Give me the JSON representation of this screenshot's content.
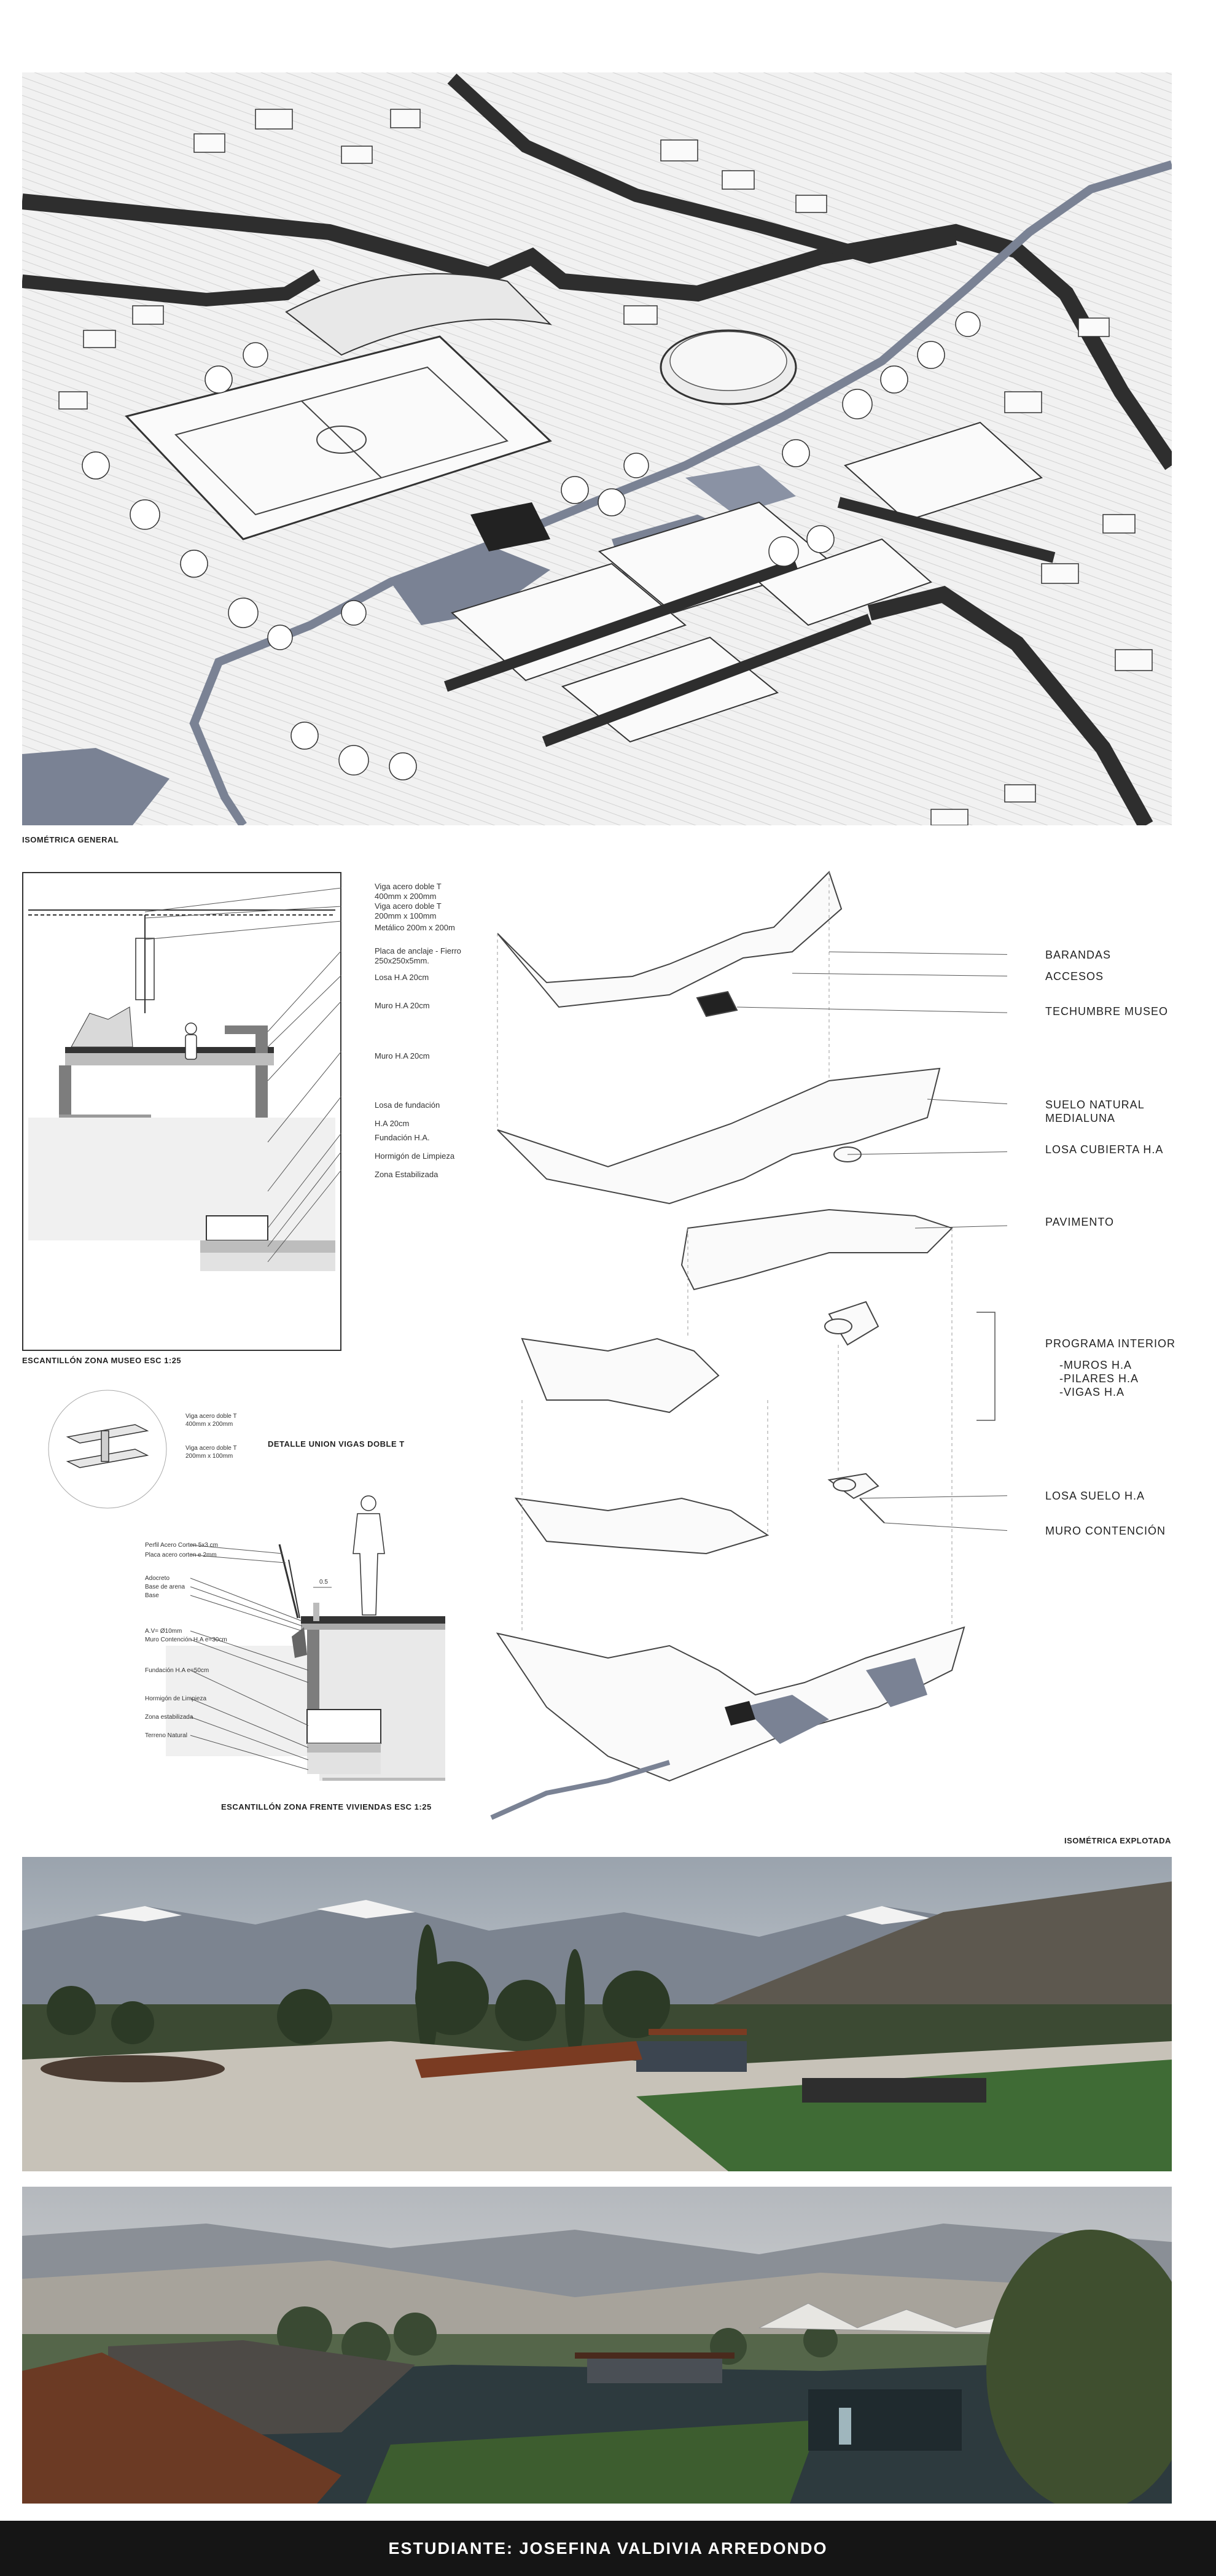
{
  "iso_general": {
    "caption": "ISOMÉTRICA GENERAL"
  },
  "section_museo": {
    "caption": "ESCANTILLÓN ZONA MUSEO  ESC 1:25",
    "labels": [
      "Viga acero doble T\n400mm x 200mm",
      "Viga acero doble T\n200mm x 100mm",
      "Metálico 200m x 200m",
      "Placa de anclaje - Fierro\n250x250x5mm.",
      "Losa H.A 20cm",
      "Muro H.A 20cm",
      "Muro H.A 20cm",
      "Losa de fundación\nH.A 20cm",
      "Fundación H.A.",
      "Hormigón de Limpieza",
      "Zona Estabilizada"
    ]
  },
  "detail_union": {
    "caption": "DETALLE UNION VIGAS DOBLE T",
    "labels": [
      "Viga acero doble T\n400mm x 200mm",
      "Viga acero doble T\n200mm x 100mm"
    ]
  },
  "section_viviendas": {
    "caption": "ESCANTILLÓN ZONA FRENTE VIVIENDAS ESC 1:25",
    "labels": [
      "Perfil Acero Corten 5x3 cm",
      "Placa acero corten e 2mm",
      "Adocreto",
      "Base de arena",
      "Base",
      "A.V= Ø10mm",
      "Muro Contención H.A e=30cm",
      "Fundación H.A e=50cm",
      "Hormigón de Limpieza",
      "Zona estabilizada",
      "Terreno Natural"
    ],
    "dim": "0.5"
  },
  "exploded": {
    "caption": "ISOMÉTRICA EXPLOTADA",
    "labels": {
      "barandas": "BARANDAS",
      "accesos": "ACCESOS",
      "techumbre": "TECHUMBRE MUSEO",
      "suelo": "SUELO NATURAL\nMEDIALUNA",
      "losa_cubierta": "LOSA CUBIERTA H.A",
      "pavimento": "PAVIMENTO",
      "programa": "PROGRAMA INTERIOR",
      "programa_items": "-MUROS H.A\n-PILARES H.A\n-VIGAS H.A",
      "losa_suelo": "LOSA SUELO H.A",
      "muro_contencion": "MURO CONTENCIÓN"
    }
  },
  "footer": {
    "text": "ESTUDIANTE: JOSEFINA VALDIVIA ARREDONDO"
  },
  "colors": {
    "water": "#7a8294",
    "dark": "#2b2b2b",
    "rust": "#7a3b22",
    "grass": "#3f6b35"
  }
}
